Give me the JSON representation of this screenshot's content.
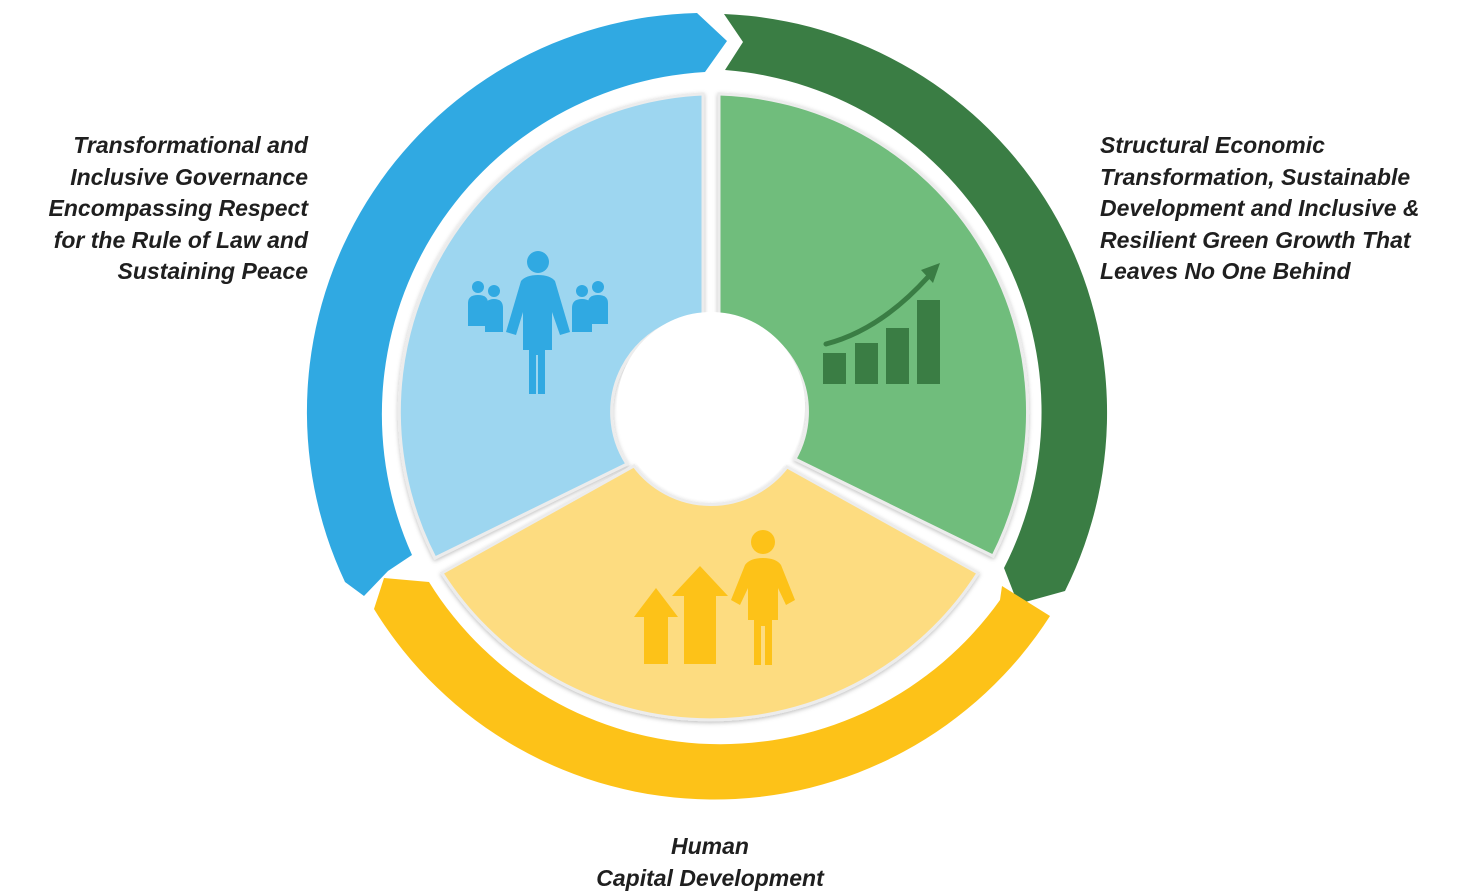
{
  "pillars": {
    "governance": {
      "label": "Transformational and\nInclusive Governance\nEncompassing Respect\nfor the Rule of Law and\nSustaining Peace",
      "icon": "people-team-icon",
      "ring_color": "#30A9E2",
      "sector_color": "#9DD6F0"
    },
    "economic": {
      "label": "Structural Economic\nTransformation, Sustainable\nDevelopment and Inclusive &\nResilient Green Growth That\nLeaves No One Behind",
      "icon": "growth-chart-icon",
      "ring_color": "#3A7D44",
      "sector_color": "#6FBD7B"
    },
    "human_capital": {
      "label": "Human\nCapital Development",
      "icon": "person-growth-arrows-icon",
      "ring_color": "#FDC218",
      "sector_color": "#FDDC80"
    }
  }
}
